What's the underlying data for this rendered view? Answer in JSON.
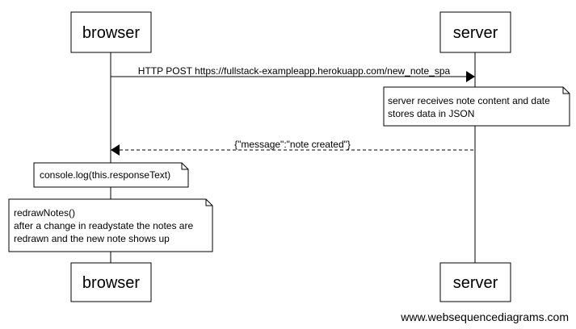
{
  "participants": {
    "browser": "browser",
    "server": "server"
  },
  "messages": {
    "post": "HTTP POST https://fullstack-exampleapp.herokuapp.com/new_note_spa",
    "response": "{\"message\":\"note created\"}"
  },
  "notes": {
    "server_note": [
      "server receives note content and date",
      "stores data in JSON"
    ],
    "console_note": "console.log(this.responseText)",
    "redraw_note": [
      "redrawNotes()",
      "after a change in readystate the notes are",
      "redrawn and the new note shows up"
    ]
  },
  "footer": "www.websequencediagrams.com"
}
